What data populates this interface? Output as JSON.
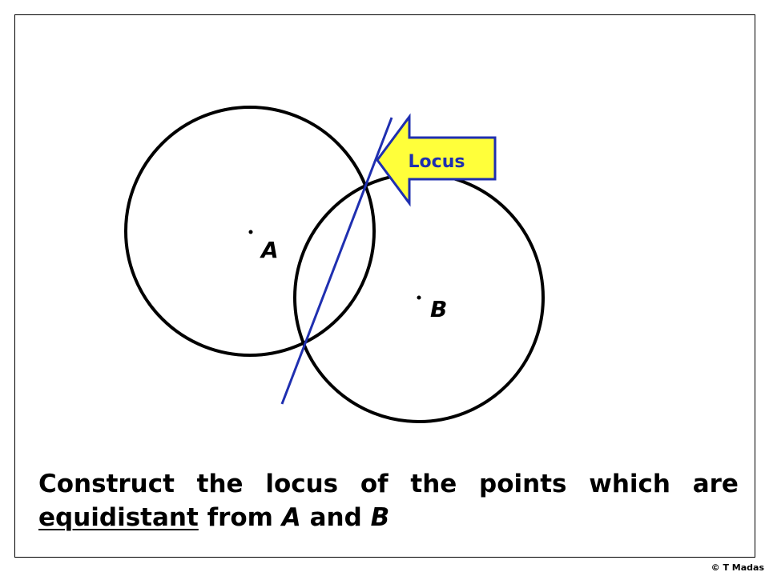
{
  "diagram": {
    "point_a_label": "A",
    "point_b_label": "B",
    "locus_arrow_label": "Locus",
    "colors": {
      "circle_stroke": "#000000",
      "locus_line": "#1f2fb0",
      "arrow_fill": "#ffff3a",
      "arrow_stroke": "#1f2fb0",
      "arrow_text": "#1f2fb0"
    }
  },
  "caption": {
    "words_line_1": [
      "Construct",
      "the",
      "locus",
      "of",
      "the",
      "points",
      "which",
      "are"
    ],
    "underlined_word": "equidistant",
    "from_text": "from",
    "point_a": "A",
    "and_text": "and",
    "point_b": "B"
  },
  "footer": {
    "credit": "© T Madas"
  }
}
